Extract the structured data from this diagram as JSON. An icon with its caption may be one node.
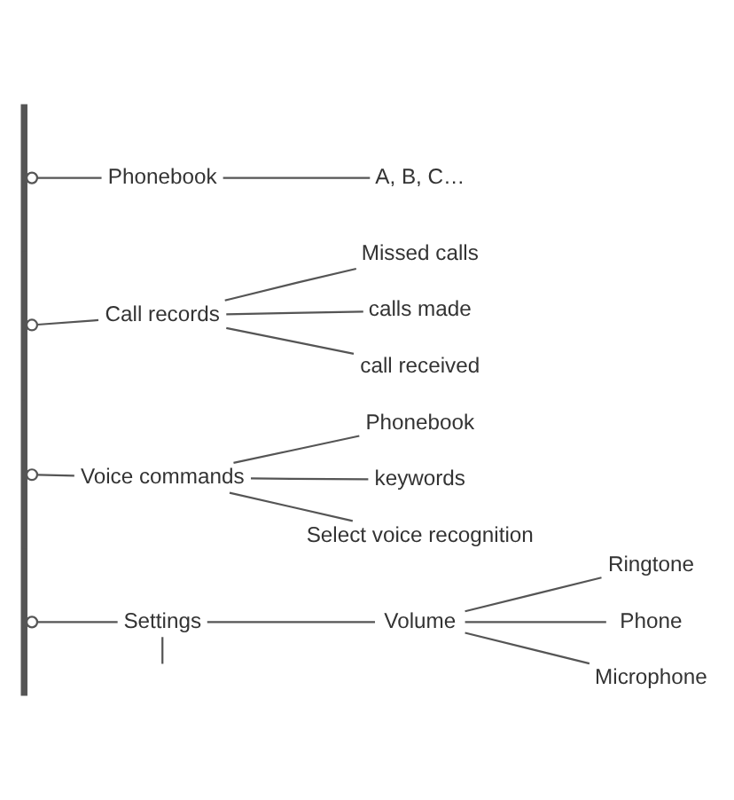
{
  "diagram": {
    "nodes": [
      {
        "text": [],
        "shape": "bar"
      },
      {
        "text": [
          "Phonebook"
        ]
      },
      {
        "text": [
          "A, B, C…"
        ]
      },
      {
        "text": [
          "Call records"
        ]
      },
      {
        "text": [
          "Missed calls"
        ]
      },
      {
        "text": [
          "calls made"
        ]
      },
      {
        "text": [
          "call received"
        ]
      },
      {
        "text": [
          "Voice commands"
        ]
      },
      {
        "text": [
          "Phonebook"
        ]
      },
      {
        "text": [
          "keywords"
        ]
      },
      {
        "text": [
          "Select voice recognition"
        ]
      },
      {
        "text": [
          "Settings"
        ]
      },
      {
        "text": [
          "Volume"
        ]
      },
      {
        "text": [
          "Ringtone"
        ]
      },
      {
        "text": [
          "Phone"
        ]
      },
      {
        "text": [
          "Microphone"
        ]
      }
    ],
    "edges": [
      {
        "from": 0,
        "to": 1,
        "arrow": "other"
      },
      {
        "from": 1,
        "to": 2,
        "arrow": "none"
      },
      {
        "from": 0,
        "to": 3,
        "arrow": "other"
      },
      {
        "from": 3,
        "to": 4,
        "arrow": "none"
      },
      {
        "from": 3,
        "to": 5,
        "arrow": "none"
      },
      {
        "from": 3,
        "to": 6,
        "arrow": "none"
      },
      {
        "from": 0,
        "to": 7,
        "arrow": "other"
      },
      {
        "from": 7,
        "to": 8,
        "arrow": "none"
      },
      {
        "from": 7,
        "to": 9,
        "arrow": "none"
      },
      {
        "from": 7,
        "to": 10,
        "arrow": "none"
      },
      {
        "from": 0,
        "to": 11,
        "arrow": "other"
      },
      {
        "from": 11,
        "to": 12,
        "arrow": "none"
      },
      {
        "from": 12,
        "to": 13,
        "arrow": "none"
      },
      {
        "from": 12,
        "to": 14,
        "arrow": "none"
      },
      {
        "from": 12,
        "to": 15,
        "arrow": "none"
      },
      {
        "from": 11,
        "to": null,
        "arrow": "none"
      }
    ]
  }
}
